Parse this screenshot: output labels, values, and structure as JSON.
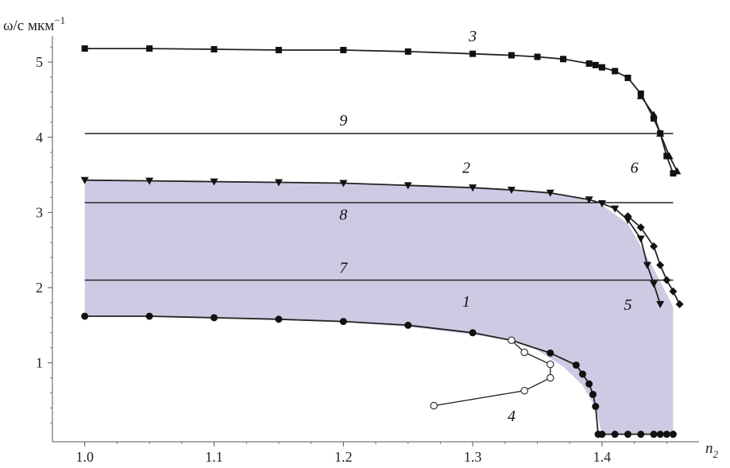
{
  "chart_data": {
    "type": "line",
    "xlabel": "n",
    "xlabel_sub": "2",
    "ylabel_prefix": "ω/c мкм",
    "ylabel_sup": "−1",
    "xlim": [
      0.975,
      1.475
    ],
    "ylim": [
      -0.05,
      5.35
    ],
    "x_ticks": [
      "1.0",
      "1.1",
      "1.2",
      "1.3",
      "1.4"
    ],
    "y_ticks": [
      "1",
      "2",
      "3",
      "4",
      "5"
    ],
    "colors": {
      "shade": "#cfc9e3",
      "line": "#222222",
      "marker": "#111111"
    },
    "shaded_region": {
      "upper": [
        [
          1.0,
          3.43
        ],
        [
          1.1,
          3.42
        ],
        [
          1.2,
          3.39
        ],
        [
          1.25,
          3.36
        ],
        [
          1.3,
          3.33
        ],
        [
          1.35,
          3.28
        ],
        [
          1.38,
          3.2
        ],
        [
          1.4,
          3.1
        ],
        [
          1.42,
          2.85
        ],
        [
          1.44,
          2.25
        ],
        [
          1.455,
          1.75
        ]
      ],
      "lower": [
        [
          1.455,
          0.05
        ],
        [
          1.4,
          0.05
        ],
        [
          1.395,
          0.4
        ],
        [
          1.385,
          0.7
        ],
        [
          1.37,
          0.95
        ],
        [
          1.35,
          1.17
        ],
        [
          1.33,
          1.29
        ],
        [
          1.3,
          1.38
        ],
        [
          1.25,
          1.48
        ],
        [
          1.2,
          1.54
        ],
        [
          1.1,
          1.6
        ],
        [
          1.05,
          1.62
        ],
        [
          1.0,
          1.62
        ]
      ]
    },
    "series": [
      {
        "label": "1",
        "marker": "circle",
        "points": [
          [
            1.0,
            1.62
          ],
          [
            1.05,
            1.62
          ],
          [
            1.1,
            1.6
          ],
          [
            1.15,
            1.58
          ],
          [
            1.2,
            1.55
          ],
          [
            1.25,
            1.5
          ],
          [
            1.3,
            1.4
          ],
          [
            1.33,
            1.3
          ],
          [
            1.36,
            1.13
          ],
          [
            1.38,
            0.97
          ],
          [
            1.385,
            0.85
          ],
          [
            1.39,
            0.72
          ],
          [
            1.393,
            0.58
          ],
          [
            1.395,
            0.42
          ],
          [
            1.397,
            0.05
          ],
          [
            1.4,
            0.05
          ],
          [
            1.41,
            0.05
          ],
          [
            1.42,
            0.05
          ],
          [
            1.43,
            0.05
          ],
          [
            1.44,
            0.05
          ],
          [
            1.445,
            0.05
          ],
          [
            1.45,
            0.05
          ],
          [
            1.455,
            0.05
          ]
        ]
      },
      {
        "label": "2",
        "marker": "triangle-down",
        "points": [
          [
            1.0,
            3.43
          ],
          [
            1.05,
            3.42
          ],
          [
            1.1,
            3.41
          ],
          [
            1.15,
            3.4
          ],
          [
            1.2,
            3.39
          ],
          [
            1.25,
            3.36
          ],
          [
            1.3,
            3.33
          ],
          [
            1.33,
            3.3
          ],
          [
            1.36,
            3.26
          ],
          [
            1.39,
            3.17
          ],
          [
            1.4,
            3.12
          ],
          [
            1.41,
            3.05
          ],
          [
            1.42,
            2.9
          ],
          [
            1.43,
            2.65
          ],
          [
            1.435,
            2.3
          ],
          [
            1.44,
            2.05
          ],
          [
            1.445,
            1.78
          ]
        ]
      },
      {
        "label": "3",
        "marker": "square",
        "points": [
          [
            1.0,
            5.18
          ],
          [
            1.05,
            5.18
          ],
          [
            1.1,
            5.17
          ],
          [
            1.15,
            5.16
          ],
          [
            1.2,
            5.16
          ],
          [
            1.25,
            5.14
          ],
          [
            1.3,
            5.11
          ],
          [
            1.33,
            5.09
          ],
          [
            1.35,
            5.07
          ],
          [
            1.37,
            5.04
          ],
          [
            1.39,
            4.98
          ],
          [
            1.395,
            4.96
          ],
          [
            1.4,
            4.93
          ],
          [
            1.41,
            4.88
          ],
          [
            1.42,
            4.79
          ],
          [
            1.43,
            4.58
          ],
          [
            1.44,
            4.25
          ],
          [
            1.445,
            4.05
          ],
          [
            1.45,
            3.75
          ],
          [
            1.455,
            3.52
          ]
        ]
      },
      {
        "label": "4",
        "marker": "open-circle",
        "points": [
          [
            1.27,
            0.43
          ],
          [
            1.34,
            0.63
          ],
          [
            1.36,
            0.8
          ],
          [
            1.36,
            0.98
          ],
          [
            1.34,
            1.14
          ],
          [
            1.33,
            1.3
          ]
        ]
      },
      {
        "label": "5",
        "marker": "diamond",
        "points": [
          [
            1.42,
            2.95
          ],
          [
            1.43,
            2.8
          ],
          [
            1.44,
            2.55
          ],
          [
            1.445,
            2.3
          ],
          [
            1.45,
            2.1
          ],
          [
            1.455,
            1.95
          ],
          [
            1.46,
            1.78
          ]
        ]
      },
      {
        "label": "6",
        "marker": "triangle-up",
        "points": [
          [
            1.43,
            4.55
          ],
          [
            1.44,
            4.3
          ],
          [
            1.445,
            4.05
          ],
          [
            1.452,
            3.75
          ],
          [
            1.458,
            3.55
          ]
        ]
      }
    ],
    "hlines": [
      {
        "label": "7",
        "y": 2.1
      },
      {
        "label": "8",
        "y": 3.13
      },
      {
        "label": "9",
        "y": 4.05
      }
    ],
    "curve_labels": [
      {
        "text": "1",
        "x": 1.295,
        "y": 1.82
      },
      {
        "text": "2",
        "x": 1.295,
        "y": 3.6
      },
      {
        "text": "3",
        "x": 1.3,
        "y": 5.35
      },
      {
        "text": "4",
        "x": 1.33,
        "y": 0.3
      },
      {
        "text": "5",
        "x": 1.42,
        "y": 1.78
      },
      {
        "text": "6",
        "x": 1.425,
        "y": 3.6
      },
      {
        "text": "7",
        "x": 1.2,
        "y": 2.27
      },
      {
        "text": "8",
        "x": 1.2,
        "y": 2.98
      },
      {
        "text": "9",
        "x": 1.2,
        "y": 4.23
      }
    ]
  }
}
